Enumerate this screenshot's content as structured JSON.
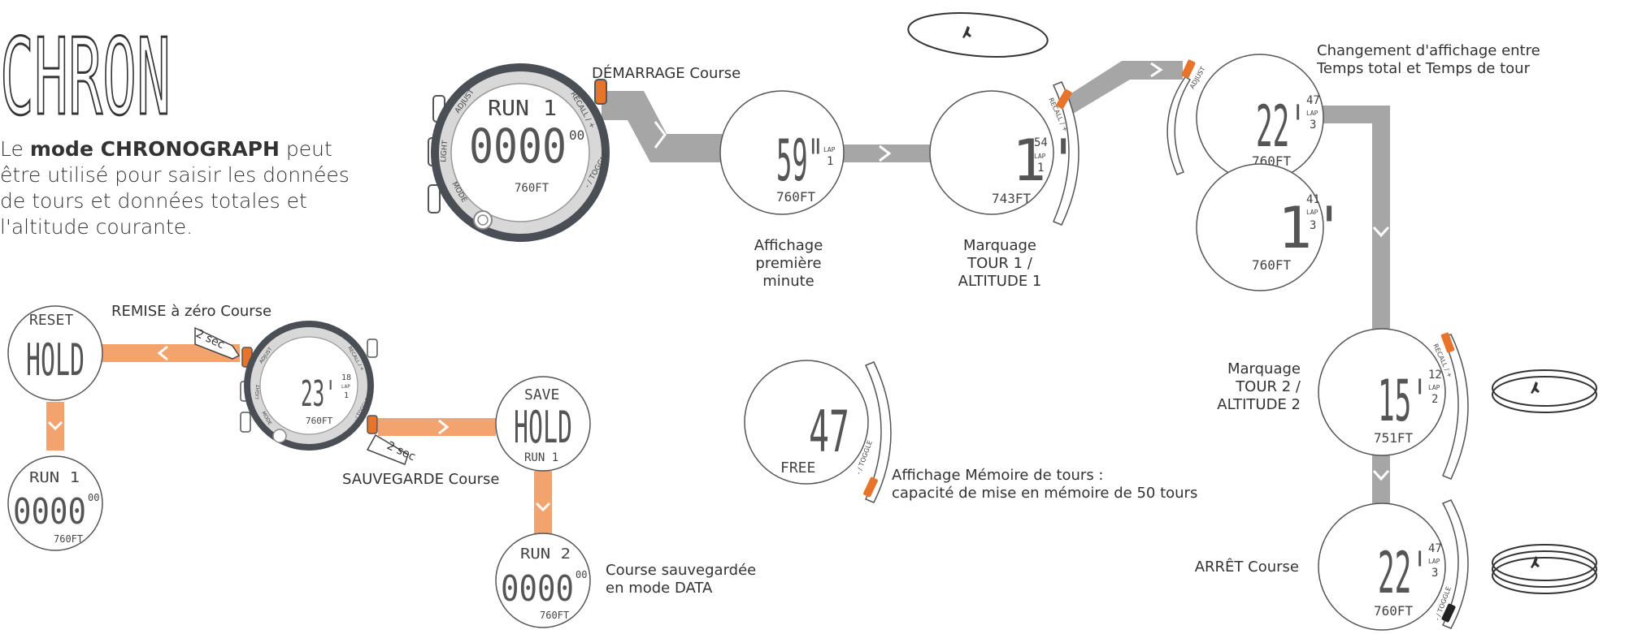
{
  "mode_title": "CHRON",
  "intro": {
    "prefix": "Le ",
    "mode_name": "mode CHRONOGRAPH",
    "rest": " peut être utilisé pour saisir les données de tours et données totales et l'altitude courante."
  },
  "labels": {
    "demarrage": "DÉMARRAGE Course",
    "affichage_premiere": "Affichage\npremière\nminute",
    "marquage_tour1": "Marquage\nTOUR 1 /\nALTITUDE 1",
    "changement": "Changement d'affichage entre\nTemps total et Temps de tour",
    "marquage_tour2": "Marquage\nTOUR 2 /\nALTITUDE 2",
    "arret": "ARRÊT Course",
    "memoire": "Affichage Mémoire de tours :\ncapacité de mise en mémoire de 50 tours",
    "remise": "REMISE à zéro Course",
    "sauvegarde": "SAUVEGARDE Course",
    "course_sauvegardee": "Course sauvegardée\nen mode DATA",
    "two_sec": "2 sec"
  },
  "watch_buttons": {
    "adjust": "ADJUST",
    "light": "LIGHT",
    "mode": "MODE",
    "recall": "RECALL / +",
    "toggle": "- / TOGGLE"
  },
  "displays": {
    "main_watch": {
      "top": "RUN  1",
      "big": "0000",
      "small": "00",
      "alt": "760FT"
    },
    "first_minute": {
      "big": "59\"",
      "lap_label": "LAP",
      "lap": "1",
      "alt": "760FT"
    },
    "lap1": {
      "big": "1'",
      "small": "54",
      "lap_label": "LAP",
      "lap": "1",
      "alt": "743FT"
    },
    "total": {
      "big": "22'",
      "small": "47",
      "lap_label": "LAP",
      "lap": "3",
      "alt": "760FT"
    },
    "laptime": {
      "big": "1'",
      "small": "41",
      "lap_label": "LAP",
      "lap": "3",
      "alt": "760FT"
    },
    "lap2": {
      "big": "15'",
      "small": "12",
      "lap_label": "LAP",
      "lap": "2",
      "alt": "751FT"
    },
    "stop": {
      "big": "22'",
      "small": "47",
      "lap_label": "LAP",
      "lap": "3",
      "alt": "760FT"
    },
    "memory": {
      "big": "47",
      "bottom": "FREE"
    },
    "reset": {
      "top": "RESET",
      "big": "HOLD"
    },
    "reset_result": {
      "top": "RUN  1",
      "big": "0000",
      "small": "00",
      "alt": "760FT"
    },
    "small_watch": {
      "big": "23'",
      "small": "18",
      "lap_label": "LAP",
      "lap": "1",
      "alt": "760FT"
    },
    "save": {
      "top": "SAVE",
      "big": "HOLD",
      "bottom": "RUN 1"
    },
    "saved": {
      "top": "RUN  2",
      "big": "0000",
      "small": "00",
      "alt": "760FT"
    }
  },
  "colors": {
    "gray_flow": "#a6a6a6",
    "orange_flow": "#f2a36e",
    "orange_button": "#e8742c",
    "watch_dark": "#4a4f55",
    "text": "#333333"
  }
}
